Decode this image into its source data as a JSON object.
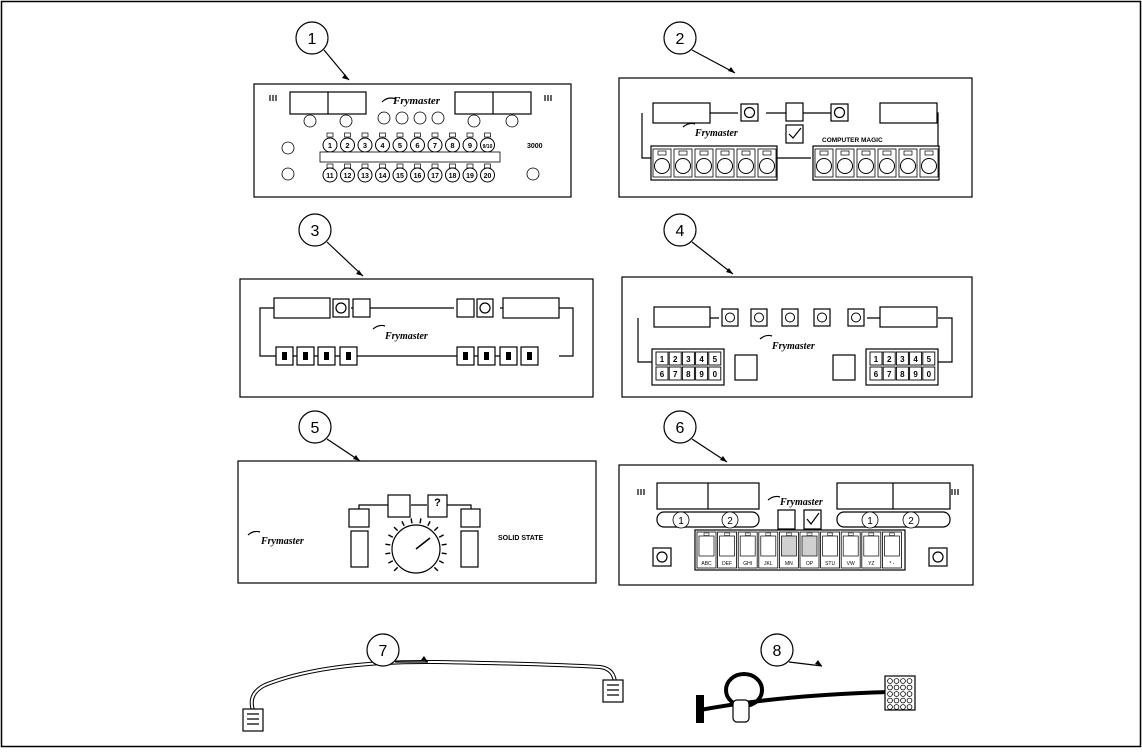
{
  "callouts": [
    "1",
    "2",
    "3",
    "4",
    "5",
    "6",
    "7",
    "8"
  ],
  "brand": "Frymaster",
  "panel1": {
    "model": "3000",
    "keys_top": [
      "1",
      "2",
      "3",
      "4",
      "5",
      "6",
      "7",
      "8",
      "9",
      "9/10"
    ],
    "keys_bottom": [
      "11",
      "12",
      "13",
      "14",
      "15",
      "16",
      "17",
      "18",
      "19",
      "20"
    ]
  },
  "panel2": {
    "label": "COMPUTER MAGIC"
  },
  "panel4": {
    "keys": [
      "1",
      "2",
      "3",
      "4",
      "5",
      "6",
      "7",
      "8",
      "9",
      "0"
    ]
  },
  "panel5": {
    "label": "SOLID STATE"
  },
  "panel6": {
    "buttons": [
      "1",
      "2"
    ],
    "keys": [
      "ABC",
      "DEF",
      "GHI",
      "JKL",
      "MN",
      "OP",
      "STU",
      "VW",
      "YZ",
      "* -"
    ]
  },
  "colors": {
    "line": "#000000",
    "background": "#ffffff",
    "key_fill": "#d0d0d0",
    "logo_swoosh": "#1f4fa8"
  }
}
